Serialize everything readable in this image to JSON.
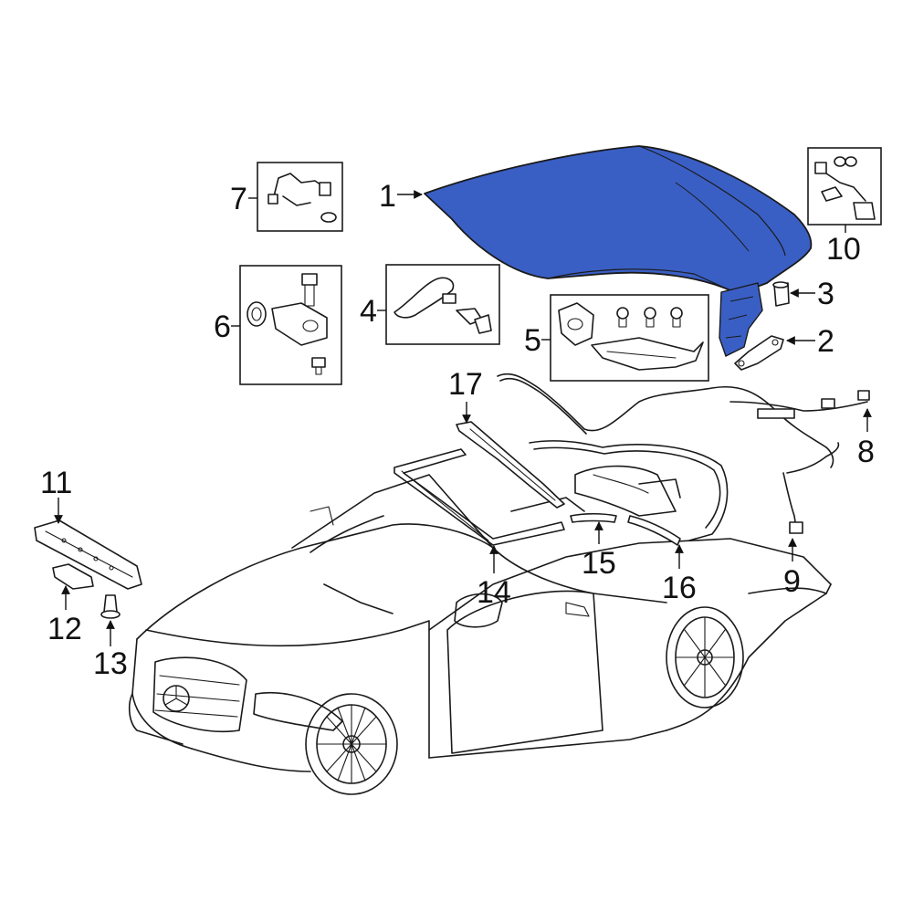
{
  "diagram": {
    "highlight_color": "#3a5fc4",
    "line_color": "#1a1a1a",
    "callouts": [
      {
        "id": "1",
        "label": "1"
      },
      {
        "id": "2",
        "label": "2"
      },
      {
        "id": "3",
        "label": "3"
      },
      {
        "id": "4",
        "label": "4"
      },
      {
        "id": "5",
        "label": "5"
      },
      {
        "id": "6",
        "label": "6"
      },
      {
        "id": "7",
        "label": "7"
      },
      {
        "id": "8",
        "label": "8"
      },
      {
        "id": "9",
        "label": "9"
      },
      {
        "id": "10",
        "label": "10"
      },
      {
        "id": "11",
        "label": "11"
      },
      {
        "id": "12",
        "label": "12"
      },
      {
        "id": "13",
        "label": "13"
      },
      {
        "id": "14",
        "label": "14"
      },
      {
        "id": "15",
        "label": "15"
      },
      {
        "id": "16",
        "label": "16"
      },
      {
        "id": "17",
        "label": "17"
      }
    ]
  }
}
